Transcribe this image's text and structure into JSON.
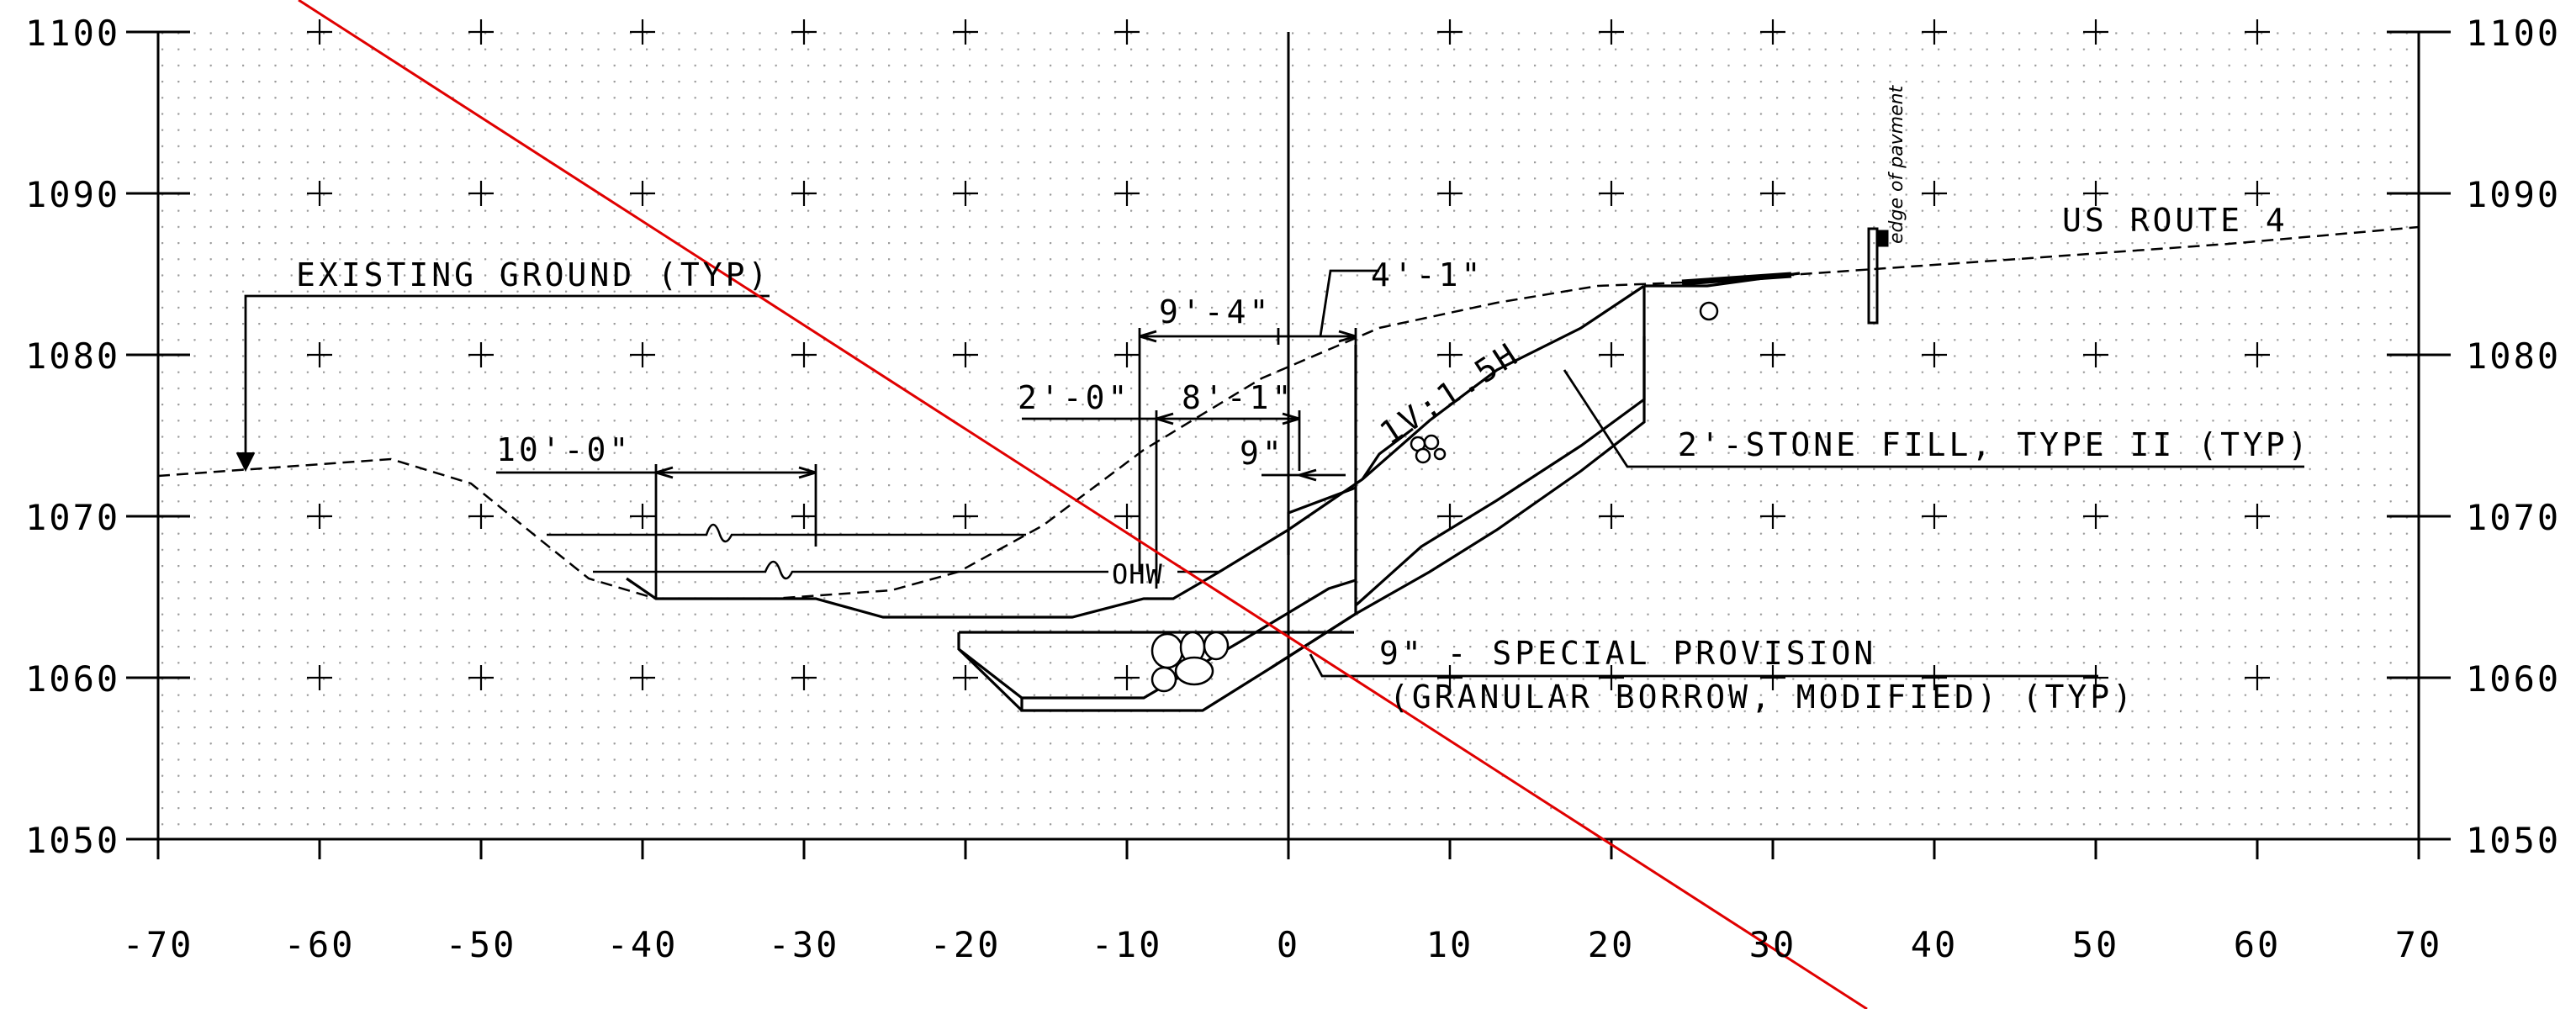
{
  "axes": {
    "x_ticks": [
      "-70",
      "-60",
      "-50",
      "-40",
      "-30",
      "-20",
      "-10",
      "0",
      "10",
      "20",
      "30",
      "40",
      "50",
      "60",
      "70"
    ],
    "y_ticks": [
      "1100",
      "1090",
      "1080",
      "1070",
      "1060",
      "1050"
    ]
  },
  "labels": {
    "existing_ground": "EXISTING GROUND (TYP)",
    "us_route": "US ROUTE 4",
    "edge_of_pavement": "edge of pavment",
    "dim_4_1": "4'-1\"",
    "dim_9_4": "9'-4\"",
    "dim_2_0": "2'-0\"",
    "dim_8_1": "8'-1\"",
    "dim_9in": "9\"",
    "dim_10_0": "10'-0\"",
    "slope": "1V:1.5H",
    "stone_fill": "2'-STONE FILL, TYPE II (TYP)",
    "ohw": "OHW",
    "special_provision_1": "9\" - SPECIAL PROVISION",
    "special_provision_2": "(GRANULAR BORROW, MODIFIED) (TYP)"
  },
  "colors": {
    "line": "#000000",
    "red_line": "#e00000",
    "grid_dot": "#9a9a9a"
  }
}
